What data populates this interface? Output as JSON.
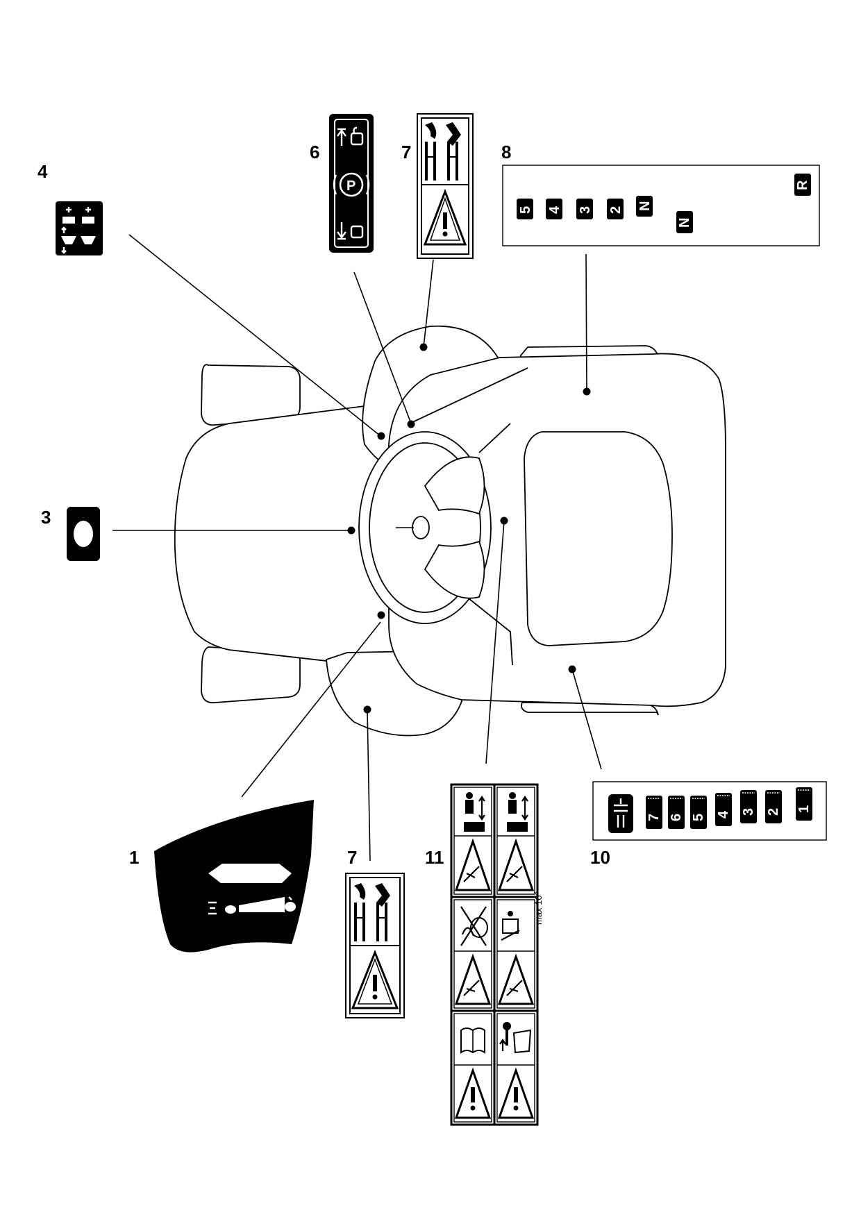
{
  "callouts": {
    "c1": "1",
    "c3": "3",
    "c4": "4",
    "c6": "6",
    "c7_top": "7",
    "c7_bottom": "7",
    "c8": "8",
    "c10": "10",
    "c11": "11"
  },
  "decal8": {
    "gears": [
      "5",
      "4",
      "3",
      "2",
      "N"
    ],
    "n_lower": "N",
    "reverse": "R"
  },
  "decal10": {
    "gears": [
      "7",
      "6",
      "5",
      "4",
      "3",
      "2",
      "1"
    ]
  },
  "decal11": {
    "slope_text": "max 10°"
  },
  "icons": {
    "parking": "parking-brake-icon",
    "warning": "warning-triangle-icon",
    "manual": "read-manual-icon"
  }
}
